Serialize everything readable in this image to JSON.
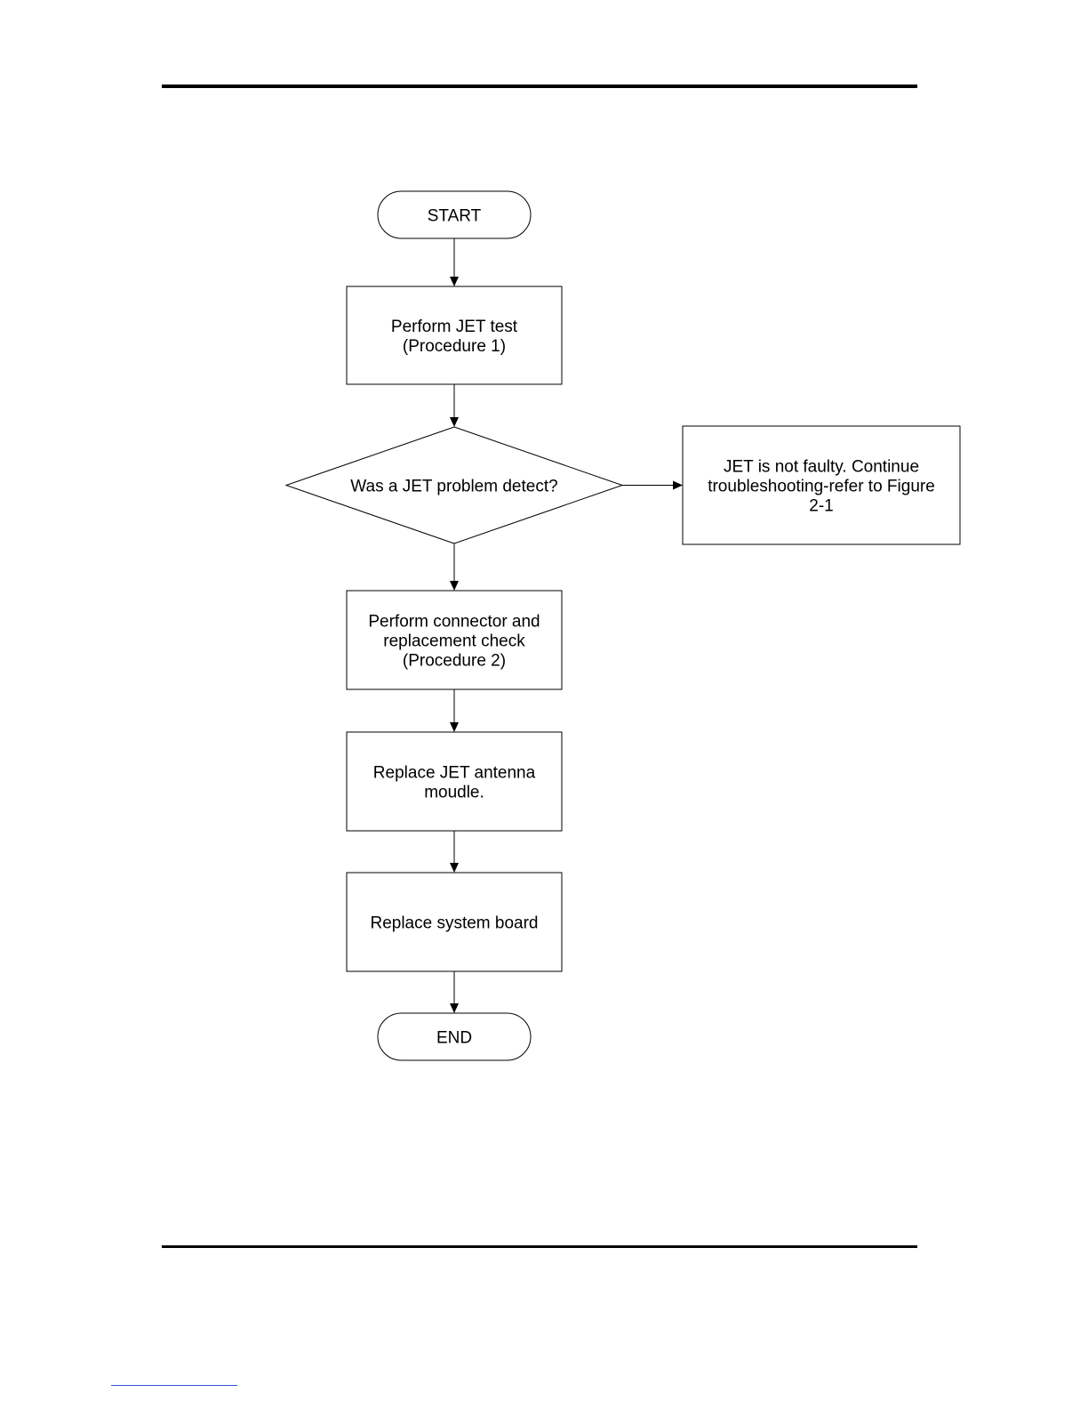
{
  "flowchart": {
    "nodes": [
      {
        "id": "start",
        "shape": "terminator",
        "lines": [
          "START"
        ]
      },
      {
        "id": "jet-test",
        "shape": "process",
        "lines": [
          "Perform JET test",
          "(Procedure 1)"
        ]
      },
      {
        "id": "decision",
        "shape": "decision",
        "lines": [
          "Was a JET problem detect?"
        ]
      },
      {
        "id": "not-faulty",
        "shape": "process",
        "lines": [
          "JET is not faulty. Continue",
          "troubleshooting-refer to Figure",
          "2-1"
        ]
      },
      {
        "id": "connector-check",
        "shape": "process",
        "lines": [
          "Perform connector and",
          "replacement check",
          "(Procedure 2)"
        ]
      },
      {
        "id": "replace-antenna",
        "shape": "process",
        "lines": [
          "Replace JET antenna",
          "moudle."
        ]
      },
      {
        "id": "replace-board",
        "shape": "process",
        "lines": [
          "Replace system board"
        ]
      },
      {
        "id": "end",
        "shape": "terminator",
        "lines": [
          "END"
        ]
      }
    ],
    "edges": [
      {
        "from": "start",
        "to": "jet-test"
      },
      {
        "from": "jet-test",
        "to": "decision"
      },
      {
        "from": "decision",
        "to": "not-faulty"
      },
      {
        "from": "decision",
        "to": "connector-check"
      },
      {
        "from": "connector-check",
        "to": "replace-antenna"
      },
      {
        "from": "replace-antenna",
        "to": "replace-board"
      },
      {
        "from": "replace-board",
        "to": "end"
      }
    ]
  }
}
